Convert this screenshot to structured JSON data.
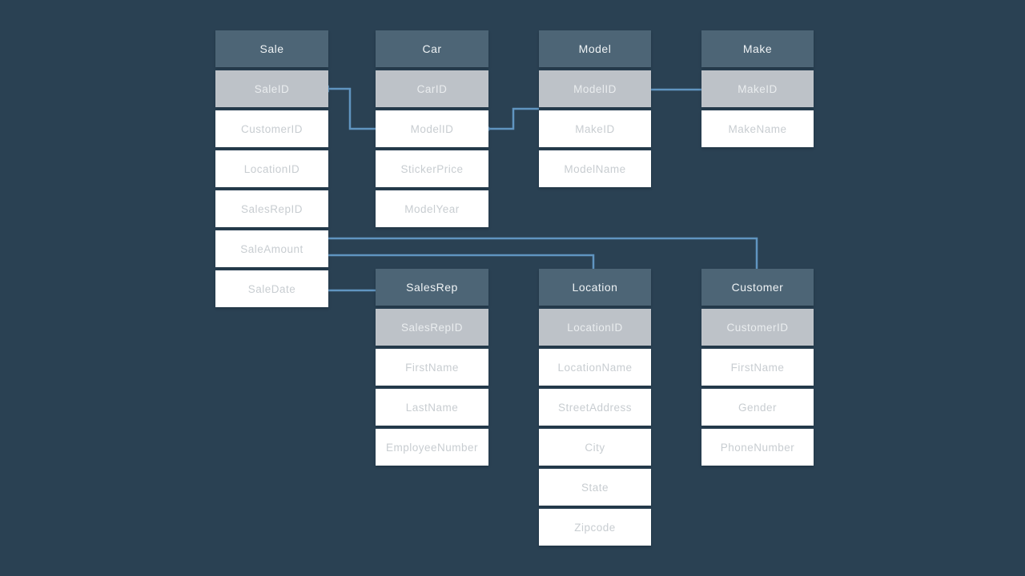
{
  "diagram": {
    "tables": [
      {
        "name": "Sale",
        "primary_key": "SaleID",
        "fields": [
          "SaleID",
          "CustomerID",
          "LocationID",
          "SalesRepID",
          "SaleAmount",
          "SaleDate"
        ]
      },
      {
        "name": "Car",
        "primary_key": "CarID",
        "fields": [
          "CarID",
          "ModelID",
          "StickerPrice",
          "ModelYear"
        ]
      },
      {
        "name": "Model",
        "primary_key": "ModelID",
        "fields": [
          "ModelID",
          "MakeID",
          "ModelName"
        ]
      },
      {
        "name": "Make",
        "primary_key": "MakeID",
        "fields": [
          "MakeID",
          "MakeName"
        ]
      },
      {
        "name": "SalesRep",
        "primary_key": "SalesRepID",
        "fields": [
          "SalesRepID",
          "FirstName",
          "LastName",
          "EmployeeNumber"
        ]
      },
      {
        "name": "Location",
        "primary_key": "LocationID",
        "fields": [
          "LocationID",
          "LocationName",
          "StreetAddress",
          "City",
          "State",
          "Zipcode"
        ]
      },
      {
        "name": "Customer",
        "primary_key": "CustomerID",
        "fields": [
          "CustomerID",
          "FirstName",
          "Gender",
          "PhoneNumber"
        ]
      }
    ],
    "relationships": [
      {
        "from": "Sale.SaleID",
        "to": "Car"
      },
      {
        "from": "Car.ModelID",
        "to": "Model"
      },
      {
        "from": "Make.MakeID",
        "to": "Model.ModelID"
      },
      {
        "from": "Sale.SaleAmount",
        "to": "Customer"
      },
      {
        "from": "Sale.SaleAmount",
        "to": "Location"
      },
      {
        "from": "Sale.SaleDate",
        "to": "SalesRep"
      }
    ],
    "colors": {
      "background": "#2a4153",
      "table_header": "#4d6576",
      "primary_key_row": "#bdc2c8",
      "row_background": "#ffffff",
      "row_text": "#c8cdd1",
      "connector": "#6095c1"
    }
  }
}
